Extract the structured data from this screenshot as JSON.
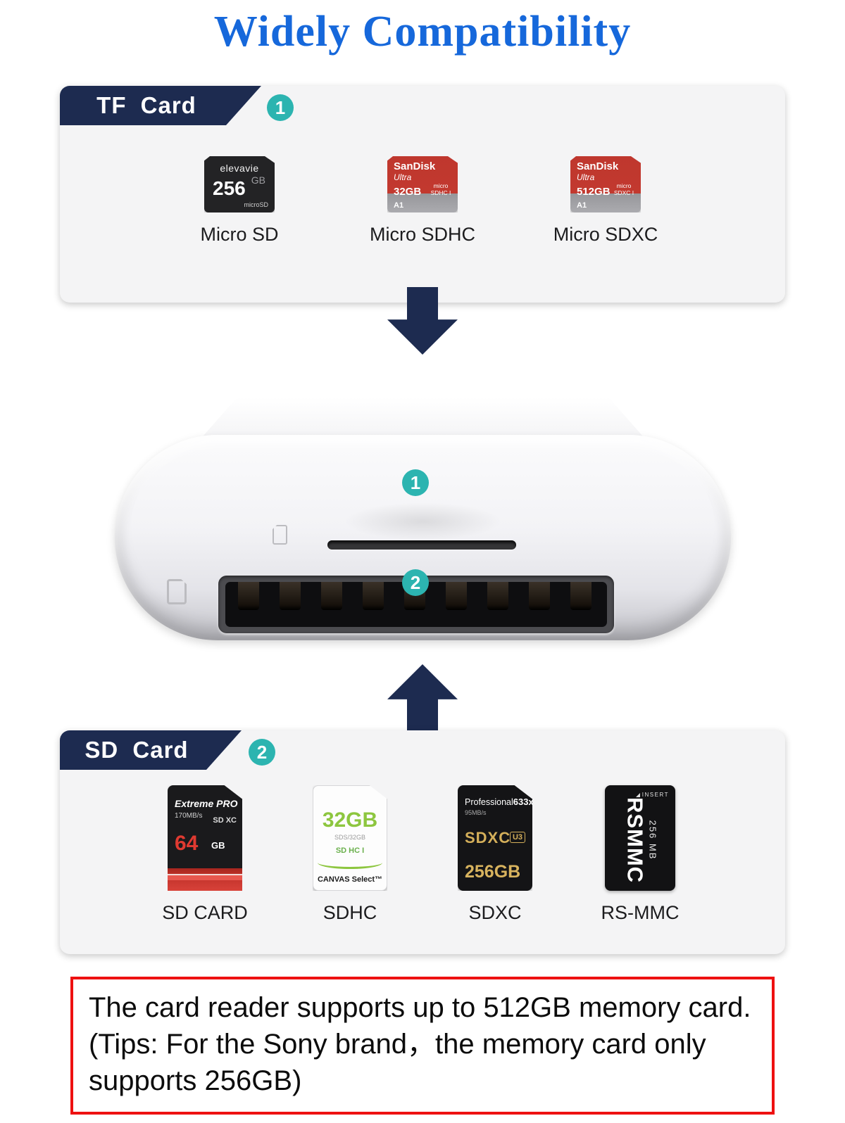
{
  "title": "Widely Compatibility",
  "colors": {
    "title_blue": "#1668db",
    "navy": "#1d2b50",
    "teal": "#2cb4b0",
    "note_red": "#ee1111"
  },
  "tf_panel": {
    "banner": "TF Card",
    "badge": "1",
    "cards": [
      {
        "label": "Micro SD",
        "brand": "elevavie",
        "capacity": "256",
        "unit": "GB",
        "logo": "microSD"
      },
      {
        "label": "Micro SDHC",
        "brand": "SanDisk",
        "series": "Ultra",
        "capacity": "32GB",
        "logo": "micro SDHC I",
        "speed_class": "A1"
      },
      {
        "label": "Micro SDXC",
        "brand": "SanDisk",
        "series": "Ultra",
        "capacity": "512GB",
        "logo": "micro SDXC I",
        "speed_class": "A1"
      }
    ]
  },
  "reader": {
    "slot1_badge": "1",
    "slot2_badge": "2"
  },
  "sd_panel": {
    "banner": "SD Card",
    "badge": "2",
    "cards": [
      {
        "label": "SD CARD",
        "name": "Extreme PRO",
        "speed": "170MB/s",
        "logo": "SD XC",
        "capacity": "64",
        "unit": "GB"
      },
      {
        "label": "SDHC",
        "capacity": "32GB",
        "sub": "SDS/32GB",
        "logo": "SD HC I",
        "brand": "CANVAS Select™"
      },
      {
        "label": "SDXC",
        "name": "Professional",
        "grade": "633x",
        "speed": "95MB/s",
        "logo": "SDXC",
        "speed_class": "U3",
        "capacity": "256GB"
      },
      {
        "label": "RS-MMC",
        "insert": "INSERT",
        "capacity": "256 MB",
        "name": "RSMMC"
      }
    ]
  },
  "note": {
    "text": "The card reader supports up to 512GB memory card. (Tips: For the Sony brand，the memory card only supports 256GB)"
  }
}
